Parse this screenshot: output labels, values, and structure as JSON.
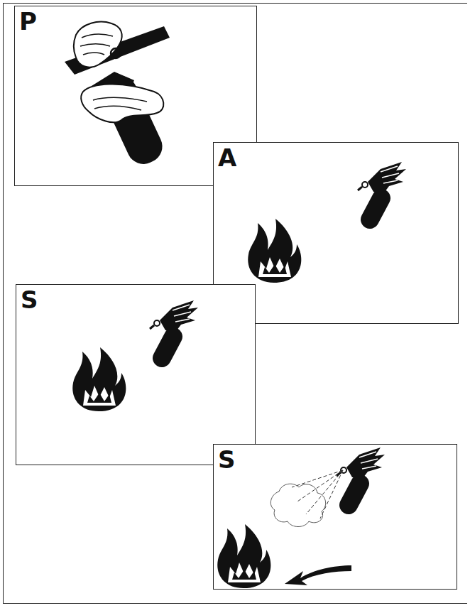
{
  "diagram": {
    "nodes": [
      {
        "text": [
          "P"
        ]
      },
      {
        "text": [
          "A"
        ]
      },
      {
        "text": [
          "S"
        ]
      },
      {
        "text": [
          "S"
        ]
      }
    ]
  }
}
